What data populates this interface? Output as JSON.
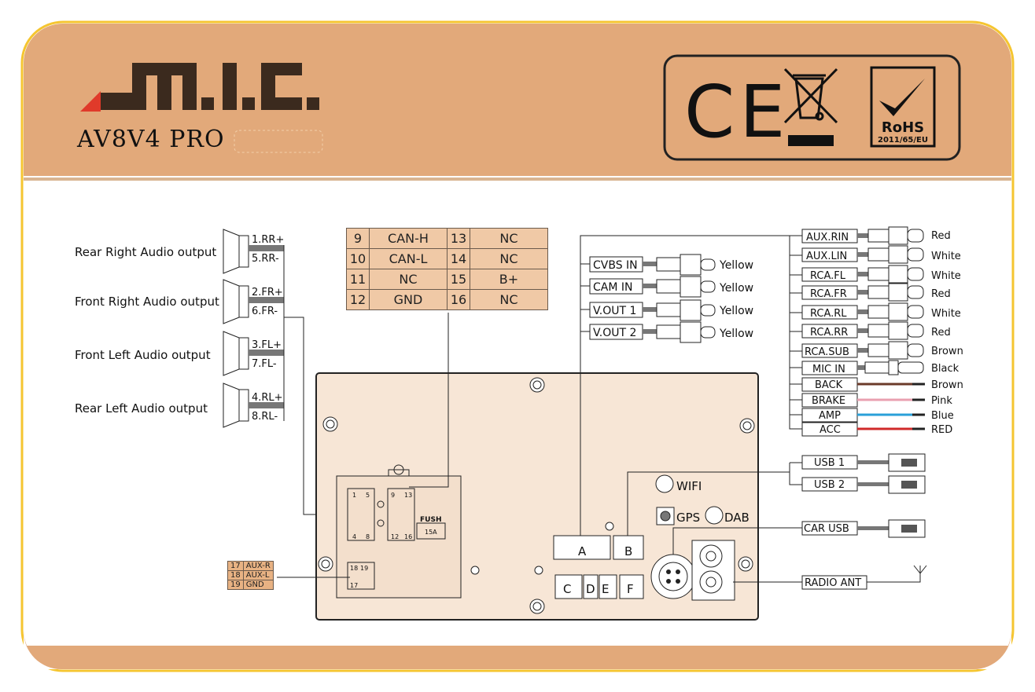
{
  "brand": {
    "logo_text": "M.I.C.",
    "model": "AV8V4 PRO"
  },
  "certifications": {
    "ce": "CE",
    "rohs": "RoHS",
    "rohs_code": "2011/65/EU"
  },
  "speakers": [
    {
      "label": "Rear Right Audio output",
      "pos": "1.RR+",
      "neg": "5.RR-"
    },
    {
      "label": "Front Right Audio output",
      "pos": "2.FR+",
      "neg": "6.FR-"
    },
    {
      "label": "Front Left  Audio output",
      "pos": "3.FL+",
      "neg": "7.FL-"
    },
    {
      "label": "Rear Left  Audio output",
      "pos": "4.RL+",
      "neg": "8.RL-"
    }
  ],
  "can_pins": [
    {
      "n1": "9",
      "l1": "CAN-H",
      "n2": "13",
      "l2": "NC"
    },
    {
      "n1": "10",
      "l1": "CAN-L",
      "n2": "14",
      "l2": "NC"
    },
    {
      "n1": "11",
      "l1": "NC",
      "n2": "15",
      "l2": "B+"
    },
    {
      "n1": "12",
      "l1": "GND",
      "n2": "16",
      "l2": "NC"
    }
  ],
  "aux_pins": [
    {
      "n": "17",
      "l": "AUX-R"
    },
    {
      "n": "18",
      "l": "AUX-L"
    },
    {
      "n": "19",
      "l": "GND"
    }
  ],
  "video": [
    {
      "label": "CVBS IN",
      "color": "Yellow"
    },
    {
      "label": "CAM IN",
      "color": "Yellow"
    },
    {
      "label": "V.OUT 1",
      "color": "Yellow"
    },
    {
      "label": "V.OUT 2",
      "color": "Yellow"
    }
  ],
  "rca": [
    {
      "label": "AUX.RIN",
      "color": "Red"
    },
    {
      "label": "AUX.LIN",
      "color": "White"
    },
    {
      "label": "RCA.FL",
      "color": "White"
    },
    {
      "label": "RCA.FR",
      "color": "Red"
    },
    {
      "label": "RCA.RL",
      "color": "White"
    },
    {
      "label": "RCA.RR",
      "color": "Red"
    },
    {
      "label": "RCA.SUB",
      "color": "Brown"
    },
    {
      "label": "MIC IN",
      "color": "Black"
    }
  ],
  "wires": [
    {
      "label": "BACK",
      "color": "Brown",
      "hex": "#6b3a2a"
    },
    {
      "label": "BRAKE",
      "color": "Pink",
      "hex": "#e9a0b0"
    },
    {
      "label": "AMP",
      "color": "Blue",
      "hex": "#2aa0d8"
    },
    {
      "label": "ACC",
      "color": "RED",
      "hex": "#d02a2a"
    }
  ],
  "usb": [
    "USB 1",
    "USB 2"
  ],
  "car_usb": "CAR USB",
  "radio_ant": "RADIO ANT",
  "unit": {
    "wifi": "WIFI",
    "gps": "GPS",
    "dab": "DAB",
    "fuse": "FUSH",
    "fuse_value": "15A",
    "ports": [
      "A",
      "B",
      "C",
      "D",
      "E",
      "F"
    ],
    "pins_left": [
      "1",
      "5",
      "4",
      "8"
    ],
    "pins_right": [
      "9",
      "13",
      "12",
      "16"
    ],
    "pins_aux": [
      "18",
      "19",
      "17"
    ]
  },
  "colors": {
    "band": "#e2a97a",
    "border": "#f5c530",
    "unit": "#f7e6d6"
  }
}
